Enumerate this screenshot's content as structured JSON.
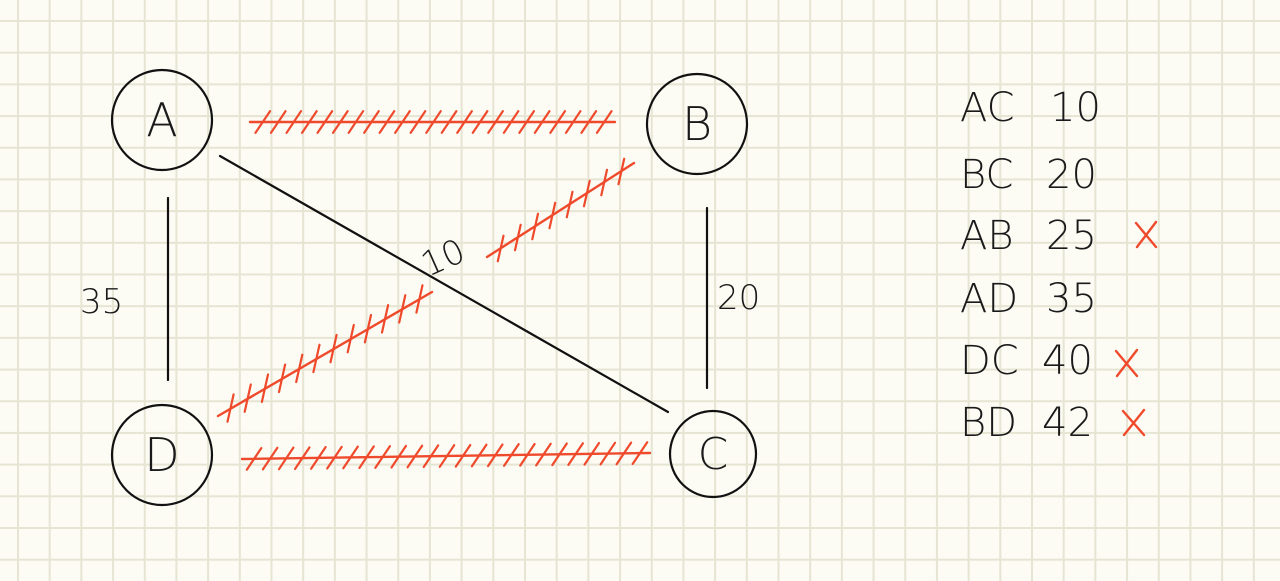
{
  "colors": {
    "background": "#fcfbf4",
    "grid": "#e6e4d2",
    "ink": "#111111",
    "strike": "#ef4a2c"
  },
  "nodes": [
    {
      "id": "A",
      "label": "A"
    },
    {
      "id": "B",
      "label": "B"
    },
    {
      "id": "C",
      "label": "C"
    },
    {
      "id": "D",
      "label": "D"
    }
  ],
  "edges": [
    {
      "from": "A",
      "to": "B",
      "weight": "",
      "struck": true
    },
    {
      "from": "D",
      "to": "C",
      "weight": "",
      "struck": true
    },
    {
      "from": "A",
      "to": "D",
      "weight": "35",
      "struck": false
    },
    {
      "from": "B",
      "to": "C",
      "weight": "20",
      "struck": false
    },
    {
      "from": "A",
      "to": "C",
      "weight": "10",
      "struck": false
    },
    {
      "from": "B",
      "to": "D",
      "weight": "",
      "struck": true
    }
  ],
  "sorted_list": [
    {
      "edge": "AC",
      "weight": "10",
      "rejected": false
    },
    {
      "edge": "BC",
      "weight": "20",
      "rejected": false
    },
    {
      "edge": "AB",
      "weight": "25",
      "rejected": true
    },
    {
      "edge": "AD",
      "weight": "35",
      "rejected": false
    },
    {
      "edge": "DC",
      "weight": "40",
      "rejected": true
    },
    {
      "edge": "BD",
      "weight": "42",
      "rejected": true
    }
  ]
}
